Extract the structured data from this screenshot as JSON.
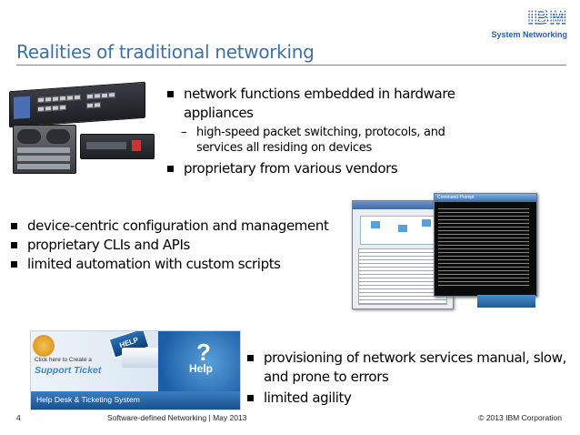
{
  "brand": {
    "logo": "IBM",
    "subtitle": "System Networking"
  },
  "slide": {
    "title": "Realities of traditional networking",
    "section1": {
      "bullets": [
        "network functions embedded in hardware appliances",
        "proprietary from various vendors"
      ],
      "sub": "high-speed packet switching, protocols, and services all residing on devices"
    },
    "section2": {
      "bullets": [
        "device-centric configuration and management",
        "proprietary CLIs and APIs",
        "limited automation with custom scripts"
      ]
    },
    "section3": {
      "bullets": [
        "provisioning of network services manual, slow, and prone to errors",
        "limited agility"
      ]
    },
    "help_banner": {
      "line1": "Click here to Create a",
      "line2": "Support Ticket",
      "badge": "HELP",
      "help_mark": "?",
      "help_word": "Help",
      "footer": "Help Desk & Ticketing System"
    },
    "screenshot": {
      "window_title": "Command Prompt"
    }
  },
  "footer": {
    "page": "4",
    "center": "Software-defined Networking | May 2013",
    "right": "© 2013 IBM Corporation"
  },
  "colors": {
    "title": "#3e6fa8",
    "brand": "#2a5ca8"
  }
}
